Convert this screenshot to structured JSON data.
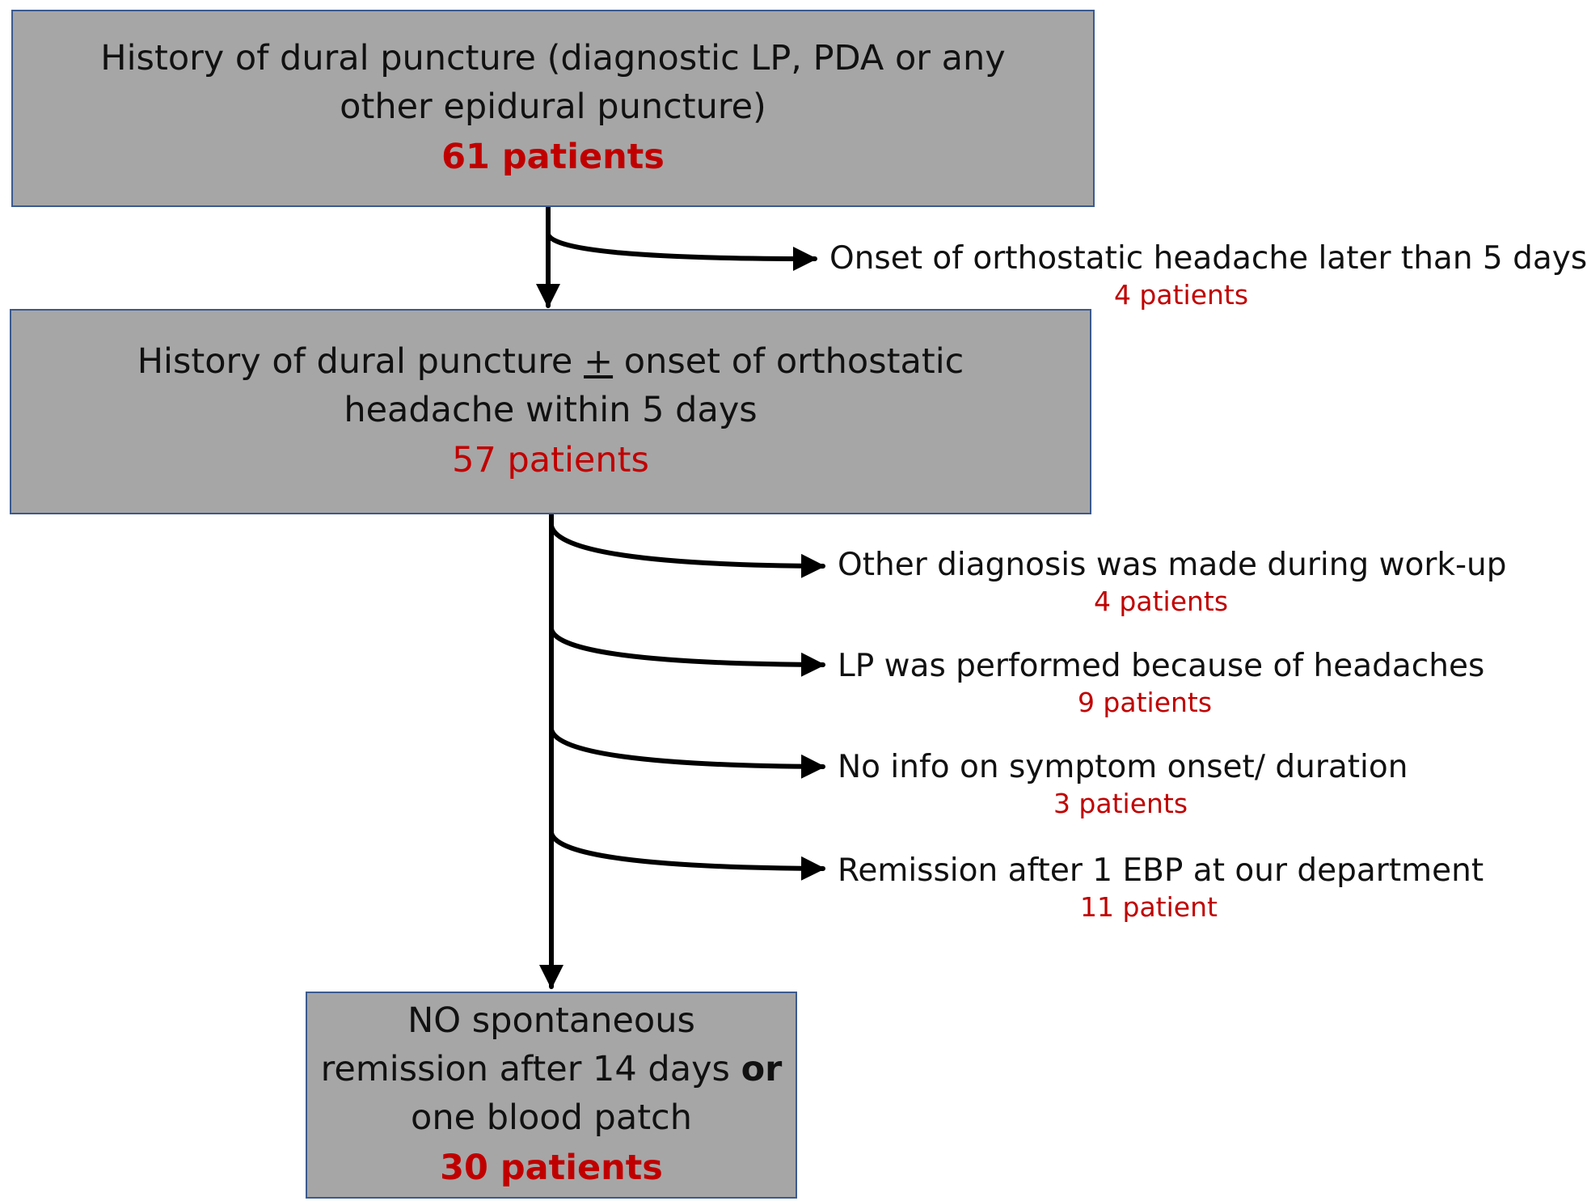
{
  "boxes": {
    "top": {
      "line1": "History of dural puncture (diagnostic LP, PDA or any",
      "line2": "other epidural puncture)",
      "count": "61 patients"
    },
    "middle": {
      "line1_pre": "History of dural puncture ",
      "line1_sym": "+",
      "line1_post": " onset of orthostatic",
      "line2": "headache within 5 days",
      "count": "57 patients"
    },
    "bottom": {
      "line1": "NO spontaneous",
      "line2_pre": "remission after 14 days ",
      "line2_bold": "or",
      "line3": "one blood patch",
      "count": "30 patients"
    }
  },
  "exclusions": [
    {
      "label": "Onset of orthostatic headache later than 5 days",
      "count": "4 patients"
    },
    {
      "label": "Other diagnosis was made during work-up",
      "count": "4 patients"
    },
    {
      "label": "LP was performed because of headaches",
      "count": "9 patients"
    },
    {
      "label": "No info on symptom onset/ duration",
      "count": "3 patients"
    },
    {
      "label": "Remission after 1 EBP at our department",
      "count": "11 patient"
    }
  ]
}
